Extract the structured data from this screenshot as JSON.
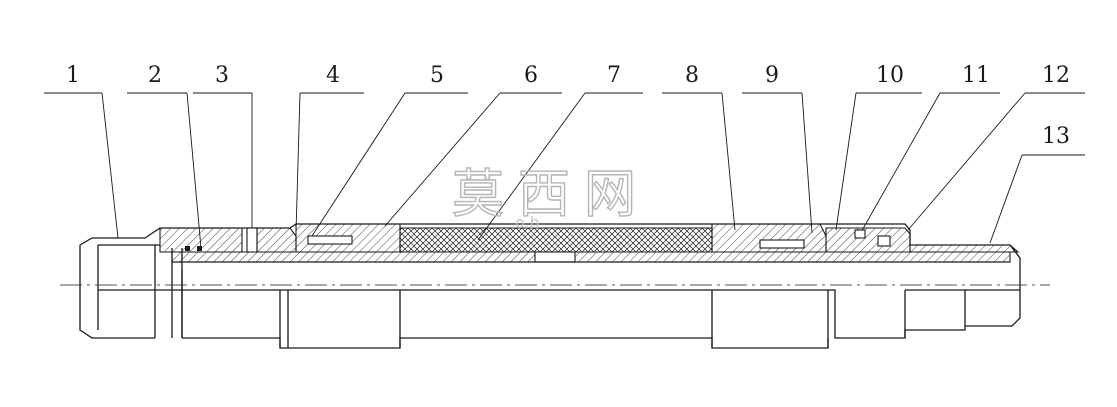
{
  "callouts": [
    "1",
    "2",
    "3",
    "4",
    "5",
    "6",
    "7",
    "8",
    "9",
    "10",
    "11",
    "12",
    "13"
  ],
  "watermark": {
    "text": "莫西网",
    "sub": "o.h"
  }
}
